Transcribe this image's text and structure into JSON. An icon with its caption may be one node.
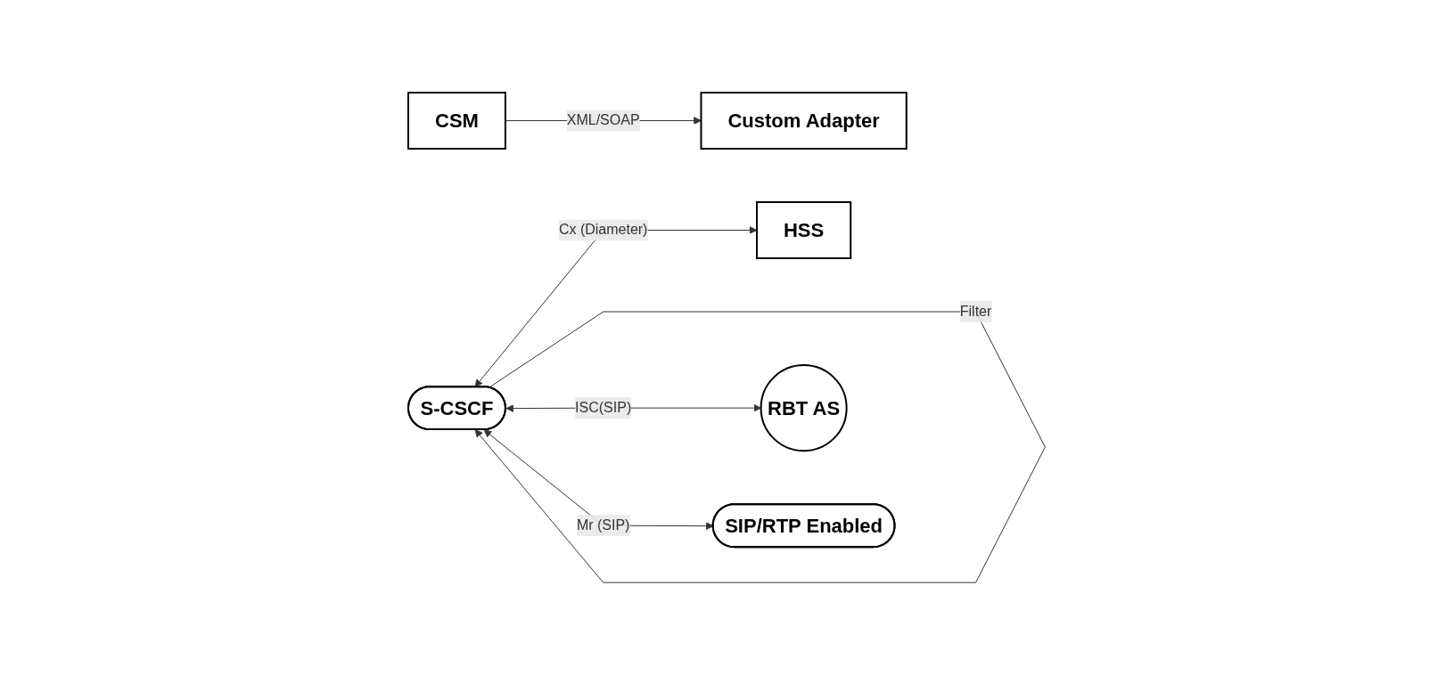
{
  "diagram": {
    "nodes": [
      {
        "text": [
          "HSS"
        ]
      },
      {
        "text": [
          "Custom Adapter"
        ]
      },
      {
        "text": [
          "CSM"
        ]
      },
      {
        "text": [
          "S-CSCF"
        ]
      },
      {
        "text": [
          "RBT AS"
        ]
      },
      {
        "text": [
          "SIP/RTP Enabled"
        ]
      }
    ],
    "edges": [
      {
        "from": 3,
        "to": 0,
        "arrow": "both",
        "label": "Cx (Diameter)"
      },
      {
        "from": 2,
        "to": 1,
        "arrow": "to",
        "label": "XML/SOAP"
      },
      {
        "from": 3,
        "to": 3,
        "arrow": "to",
        "label": "Filter"
      },
      {
        "from": 3,
        "to": 4,
        "arrow": "both",
        "label": "ISC(SIP)"
      },
      {
        "from": 3,
        "to": 5,
        "arrow": "both",
        "label": "Mr (SIP)"
      }
    ]
  }
}
